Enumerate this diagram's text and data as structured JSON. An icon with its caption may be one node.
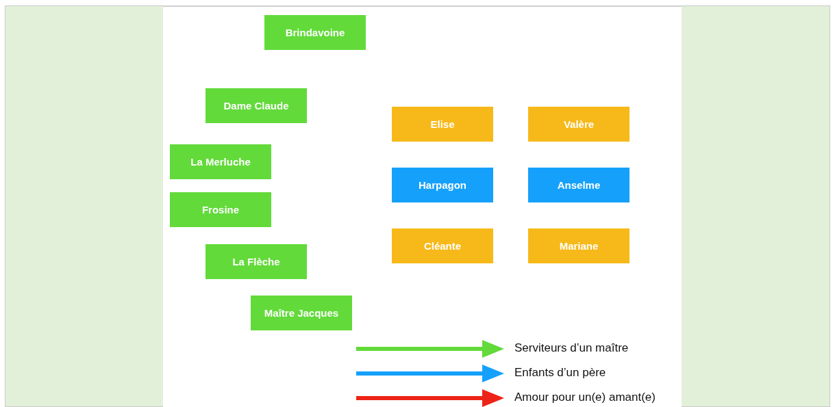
{
  "diagram": {
    "nodes": [
      {
        "text": [
          "Brindavoine"
        ]
      },
      {
        "text": [
          "Dame Claude"
        ]
      },
      {
        "text": [
          "Elise"
        ]
      },
      {
        "text": [
          "Valère"
        ]
      },
      {
        "text": [
          "La Merluche"
        ]
      },
      {
        "text": [
          "Harpagon"
        ]
      },
      {
        "text": [
          "Anselme"
        ]
      },
      {
        "text": [
          "Frosine"
        ]
      },
      {
        "text": [
          "Cléante"
        ]
      },
      {
        "text": [
          "Mariane"
        ]
      },
      {
        "text": [
          "La Flèche"
        ]
      },
      {
        "text": [
          "Maître Jacques"
        ]
      }
    ],
    "legend": [
      {
        "text": "Serviteurs d’un maître"
      },
      {
        "text": "Enfants d’un père"
      },
      {
        "text": "Amour pour un(e) amant(e)"
      }
    ]
  }
}
